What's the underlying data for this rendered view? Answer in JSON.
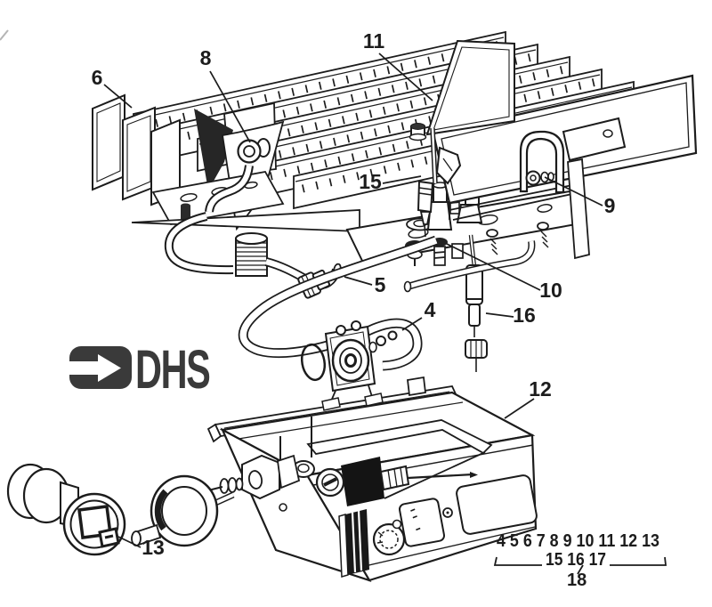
{
  "page": {
    "background": "#ffffff",
    "ink": "#1c1c1c"
  },
  "logo": {
    "text": "DHS",
    "symbol": "right-arrow-in-rounded-block",
    "color": "#3a3a3a"
  },
  "callouts": [
    {
      "label": "6"
    },
    {
      "label": "8"
    },
    {
      "label": "11"
    },
    {
      "label": "15"
    },
    {
      "label": "9"
    },
    {
      "label": "5"
    },
    {
      "label": "10"
    },
    {
      "label": "4"
    },
    {
      "label": "16"
    },
    {
      "label": "12"
    },
    {
      "label": "13"
    }
  ],
  "legend": {
    "row1": "4 5 6 7 8 9 10 11 12 13",
    "row2": "15 16 17",
    "bracket_label": "18"
  }
}
